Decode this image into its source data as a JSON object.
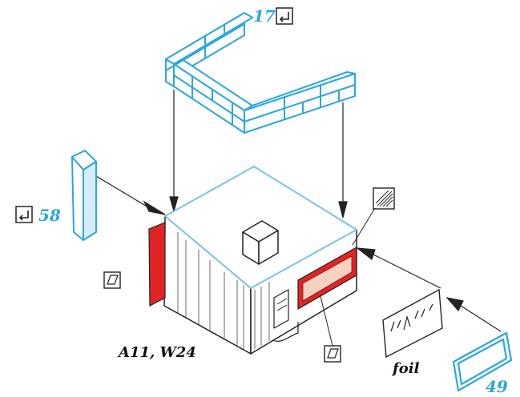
{
  "colors": {
    "accent_blue": "#2aa7de",
    "red": "#e02424",
    "light_red": "#f7d2c0",
    "ink": "#222222",
    "light_blue_fill": "#d6ecf8"
  },
  "callouts": {
    "top_number": "17",
    "left_number": "58",
    "bottom_right_number": "49"
  },
  "labels": {
    "codes": "A11, W24",
    "foil": "foil"
  },
  "icons": {
    "return_arrow": "return-arrow-icon",
    "parallelogram": "parallelogram-icon",
    "hatch": "hatched-square-icon"
  }
}
